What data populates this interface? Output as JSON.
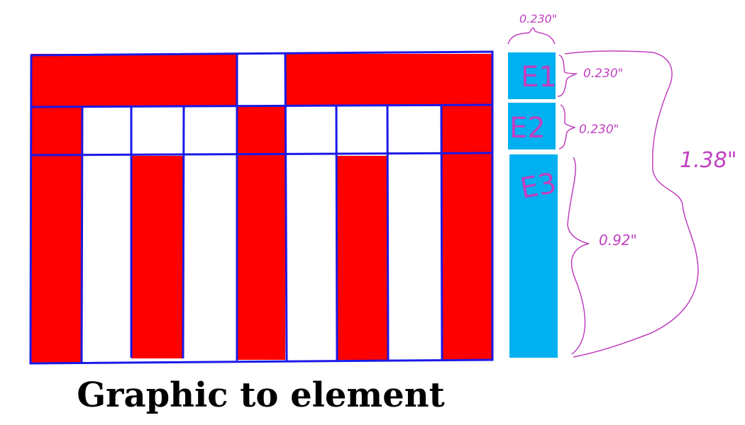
{
  "caption": "Graphic to element",
  "colors": {
    "red": "#ff0000",
    "white": "#ffffff",
    "grid_line": "#1a1ae6",
    "element": "#00b0f0",
    "annotation": "#c040c0"
  },
  "elements": [
    {
      "label": "E1",
      "dimension": "0.230\""
    },
    {
      "label": "E2",
      "dimension": "0.230\""
    },
    {
      "label": "E3",
      "dimension": "0.92\""
    }
  ],
  "width_dimension": "0.230\"",
  "total_height": "1.38\""
}
